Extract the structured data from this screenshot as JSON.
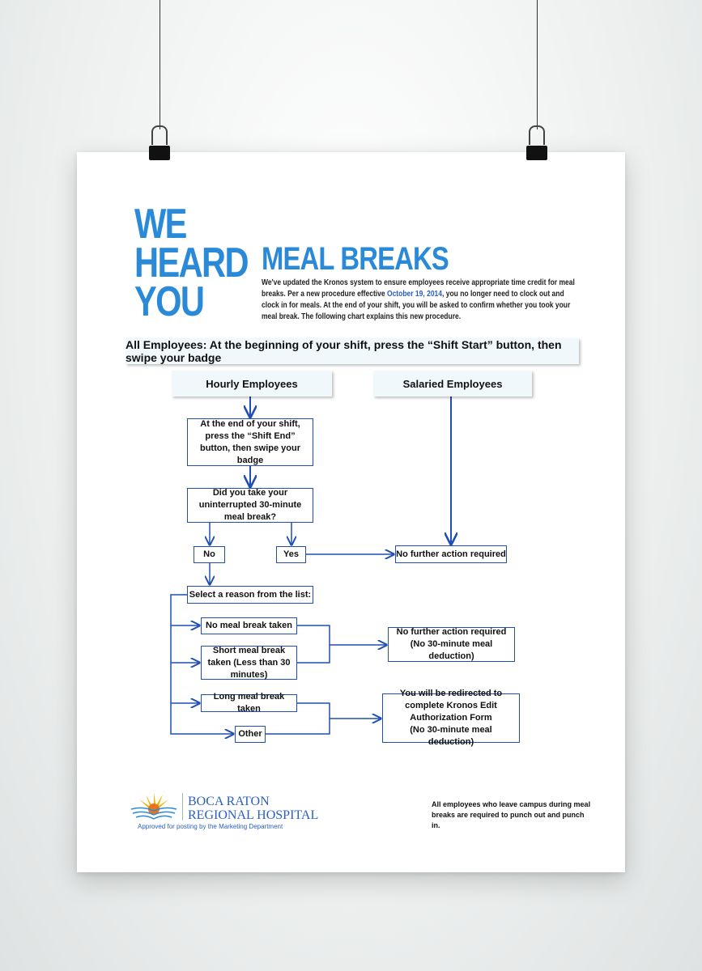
{
  "headline": {
    "line1": "WE",
    "line2": "HEARD",
    "line3": "YOU"
  },
  "title": "MEAL BREAKS",
  "intro": {
    "before": "We've updated the Kronos system to ensure employees receive appropriate time credit for meal breaks. Per a new procedure effective ",
    "date": "October 19, 2014",
    "after": ", you no longer need to clock out and clock in for meals. At the end of your shift, you will be asked to confirm whether you took your meal break. The following chart explains this new procedure."
  },
  "banner": "All Employees: At the beginning of your shift, press the “Shift Start” button, then swipe your badge",
  "flow": {
    "hourly": "Hourly Employees",
    "salaried": "Salaried Employees",
    "shift_end": "At the end of your shift, press the “Shift End” button, then swipe your badge",
    "question": "Did you take your uninterrupted 30-minute meal break?",
    "no": "No",
    "yes": "Yes",
    "no_action": "No further action required",
    "select_reason": "Select a reason from the list:",
    "reason_none": "No meal break taken",
    "reason_short": "Short meal break taken (Less than 30 minutes)",
    "reason_long": "Long meal break taken",
    "reason_other": "Other",
    "result_no_deduction_1": "No further action required",
    "result_no_deduction_2": "(No 30-minute meal deduction)",
    "result_redirect_1": "You will be redirected to complete Kronos Edit Authorization Form",
    "result_redirect_2": "(No 30-minute meal deduction)"
  },
  "footer": {
    "logo_line1": "BOCA RATON",
    "logo_line2": "REGIONAL HOSPITAL",
    "approval": "Approved for posting by the Marketing Department",
    "note": "All employees who leave campus during meal breaks are required to punch out and punch in."
  },
  "colors": {
    "accent": "#2a8ad8",
    "line": "#1f4fb5"
  }
}
